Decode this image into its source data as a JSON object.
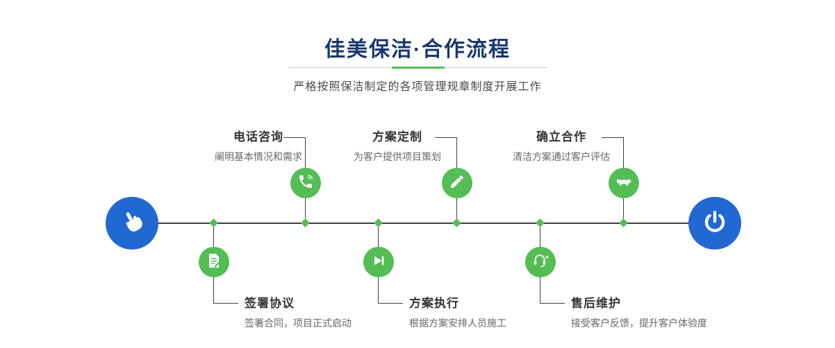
{
  "header": {
    "title": "佳美保洁·合作流程",
    "subtitle": "严格按照保洁制定的各项管理规章制度开展工作"
  },
  "colors": {
    "green": "#55bd55",
    "blue": "#2268d3",
    "navy": "#17376e",
    "line": "#3e3e3e"
  },
  "timeline": {
    "start_icon": "pointing-hand-icon",
    "end_icon": "power-icon",
    "steps_top": [
      {
        "title": "电话咨询",
        "desc": "阐明基本情况和需求",
        "icon": "phone-icon"
      },
      {
        "title": "方案定制",
        "desc": "为客户提供项目策划",
        "icon": "design-icon"
      },
      {
        "title": "确立合作",
        "desc": "清洁方案通过客户评估",
        "icon": "handshake-icon"
      }
    ],
    "steps_bottom": [
      {
        "title": "签署协议",
        "desc": "签署合同，项目正式启动",
        "icon": "contract-icon"
      },
      {
        "title": "方案执行",
        "desc": "根据方案安排人员施工",
        "icon": "execute-icon"
      },
      {
        "title": "售后维护",
        "desc": "接受客户反馈，提升客户体验度",
        "icon": "support-icon"
      }
    ]
  }
}
